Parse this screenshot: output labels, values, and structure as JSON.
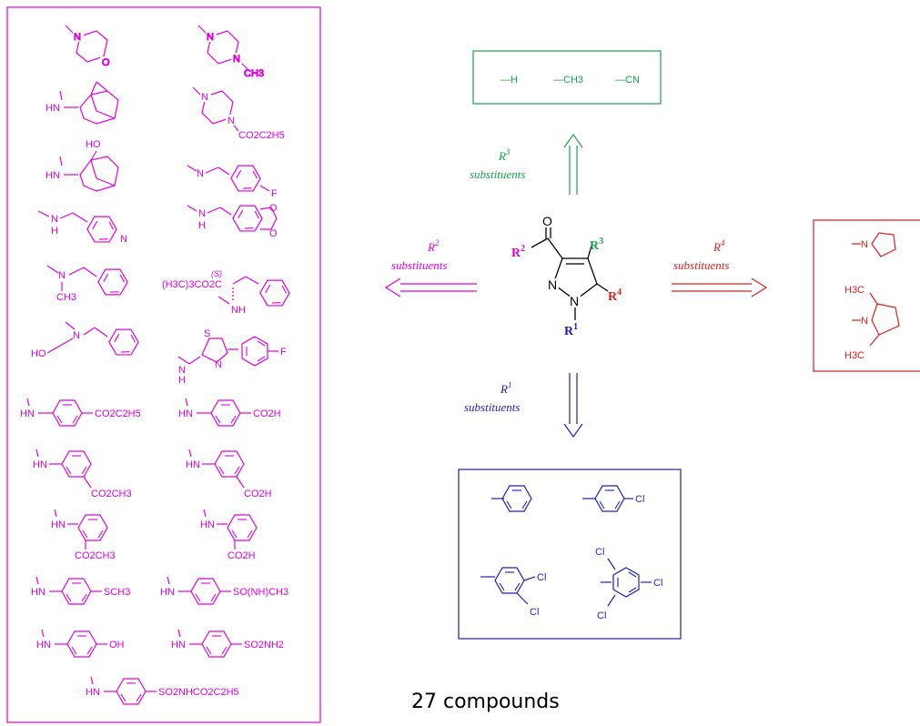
{
  "r2_panel": {
    "labels": {
      "me": "CH3",
      "hn": "HN",
      "h": "H",
      "ho": "HO",
      "n": "N",
      "o": "O",
      "f": "F",
      "nh": "NH",
      "s": "S",
      "co2c2h5": "CO2C2H5",
      "co2h": "CO2H",
      "co2ch3": "CO2CH3",
      "sch3": "SCH3",
      "soNHch3": "SO(NH)CH3",
      "oh": "OH",
      "so2nh2": "SO2NH2",
      "so2nhco2c2h5": "SO2NHCO2C2H5",
      "tbu_ester": "(H3C)3CO2C",
      "stereo": "(S)"
    }
  },
  "r3_panel": {
    "h": "—H",
    "ch3": "—CH3",
    "cn": "—CN"
  },
  "core": {
    "o": "O",
    "n1": "N",
    "n2": "N",
    "r1": "R",
    "r1n": "1",
    "r2": "R",
    "r2n": "2",
    "r3": "R",
    "r3n": "3",
    "r4": "R",
    "r4n": "4"
  },
  "arrows": {
    "r1_line1": "R",
    "r1_num": "1",
    "r1_line2": "substituents",
    "r2_line1": "R",
    "r2_num": "2",
    "r2_line2": "substituents",
    "r3_line1": "R",
    "r3_num": "3",
    "r3_line2": "substituents",
    "r4_line1": "R",
    "r4_num": "4",
    "r4_line2": "substituents"
  },
  "r1_panel": {
    "cl": "Cl"
  },
  "r4_panel": {
    "n": "N",
    "h3c": "H3C"
  },
  "footer": {
    "count": "27 compounds"
  },
  "colors": {
    "r1": "#1d1dbf",
    "r2": "#e100e1",
    "r3": "#16a34a",
    "r4": "#e11d1d"
  }
}
